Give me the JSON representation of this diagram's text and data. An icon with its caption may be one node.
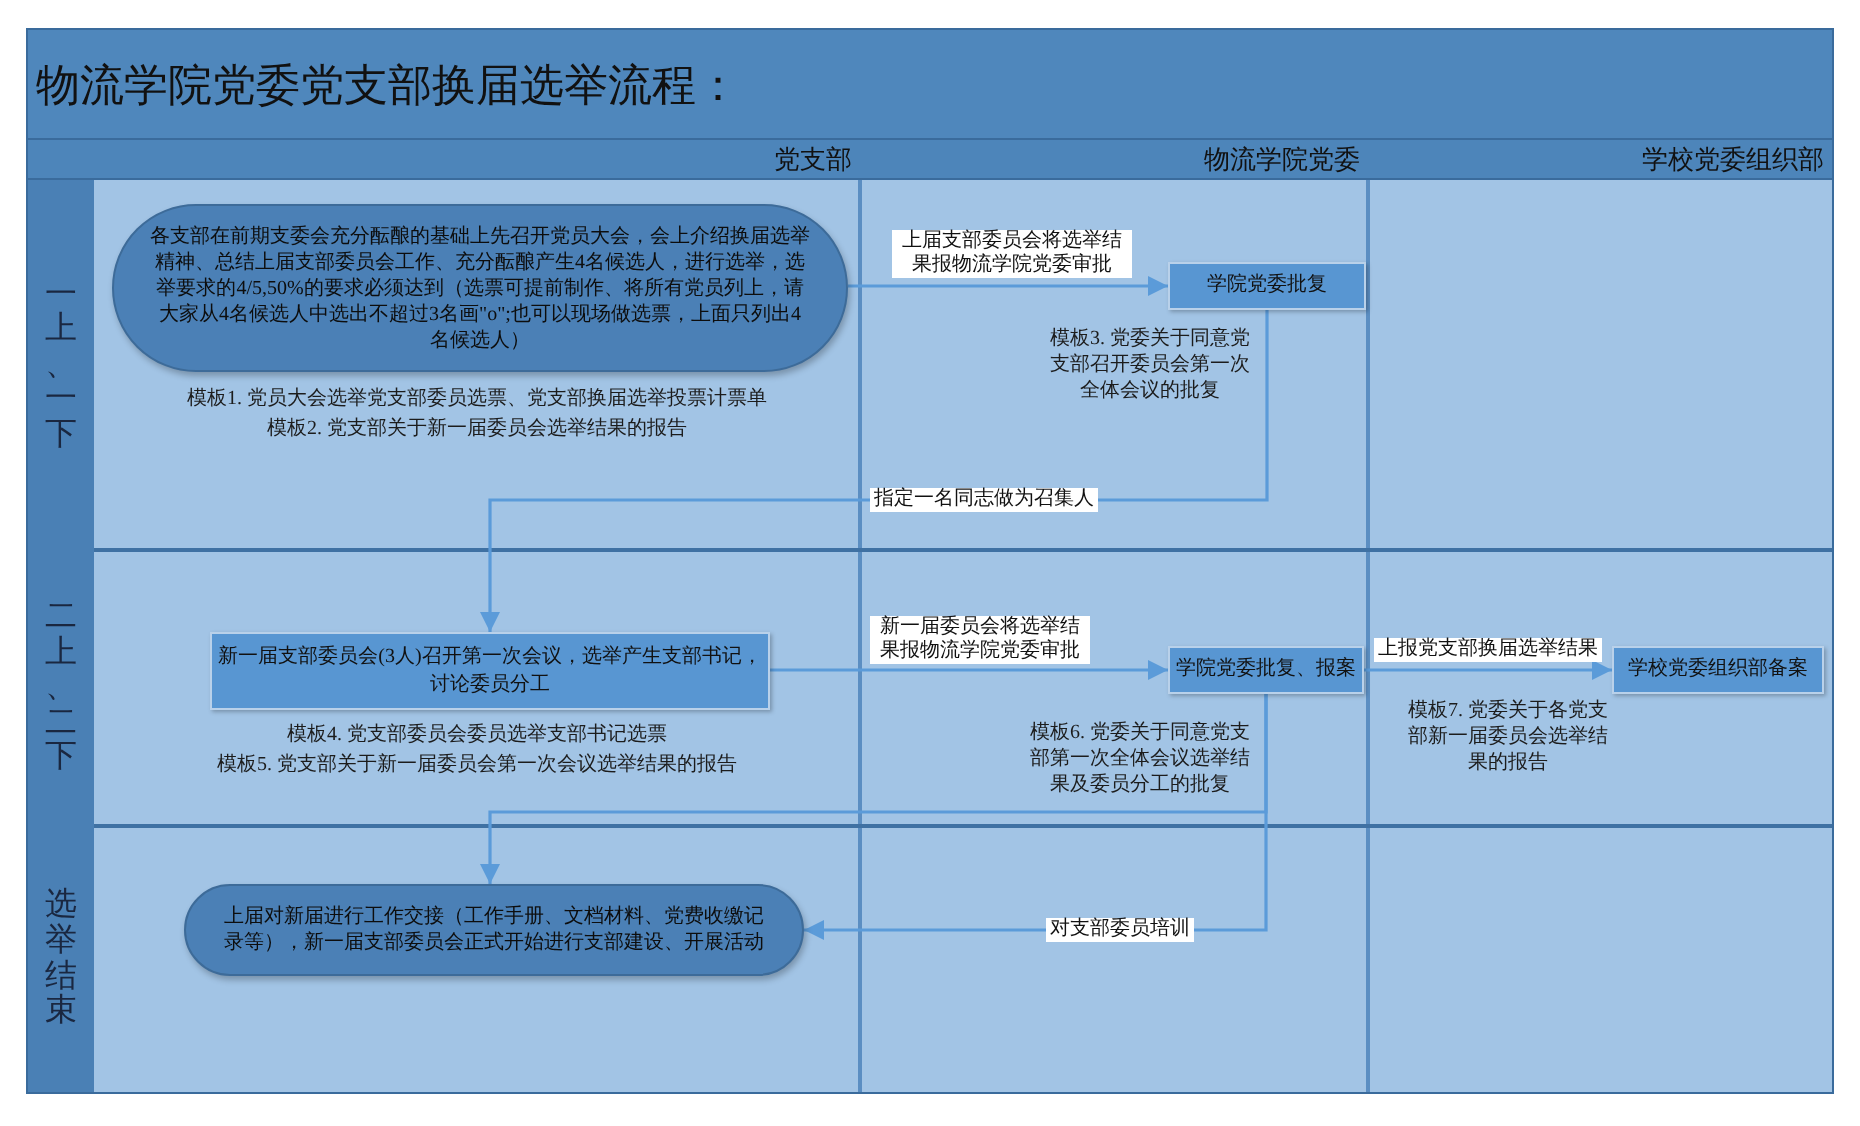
{
  "diagram": {
    "title": "物流学院党委党支部换届选举流程：",
    "nodes": [
      {
        "text": [
          "党支部"
        ]
      },
      {
        "text": [
          "物流学院党委"
        ]
      },
      {
        "text": [
          "学校党委组织部"
        ]
      },
      {
        "text": [
          "一上、一下"
        ]
      },
      {
        "text": [
          "二上、二下"
        ]
      },
      {
        "text": [
          "选举结束"
        ]
      },
      {
        "text": [
          "各支部在前期支委会充分酝酿的基础上先召开党员大会，会上介绍换届选举精神、总结上届支部委员会工作、充分酝酿产生4名候选人，进行选举，选举要求的4/5,50%的要求必须达到（选票可提前制作、将所有党员列上，请大家从4名候选人中选出不超过3名画\"o\";也可以现场做选票，上面只列出4名候选人）"
        ],
        "beside": [
          "模板1. 党员大会选举党支部委员选票、党支部换届选举投票计票单",
          "模板2. 党支部关于新一届委员会选举结果的报告"
        ]
      },
      {
        "text": [
          "学院党委批复"
        ],
        "beside": [
          "模板3. 党委关于同意党支部召开委员会第一次全体会议的批复"
        ]
      },
      {
        "text": [
          "新一届支部委员会(3人)召开第一次会议，选举产生支部书记，讨论委员分工"
        ],
        "beside": [
          "模板4. 党支部委员会委员选举支部书记选票",
          "模板5. 党支部关于新一届委员会第一次会议选举结果的报告"
        ]
      },
      {
        "text": [
          "学院党委批复、报案"
        ],
        "beside": [
          "模板6. 党委关于同意党支部第一次全体会议选举结果及委员分工的批复"
        ]
      },
      {
        "text": [
          "学校党委组织部备案"
        ],
        "beside": [
          "模板7. 党委关于各党支部新一届委员会选举结果的报告"
        ]
      },
      {
        "text": [
          "上届对新届进行工作交接（工作手册、文档材料、党费收缴记录等），新一届支部委员会正式开始进行支部建设、开展活动"
        ]
      }
    ],
    "edges": [
      {
        "from": 6,
        "to": 7,
        "arrow": "to",
        "label": "上届支部委员会将选举结果报物流学院党委审批"
      },
      {
        "from": 7,
        "to": 8,
        "arrow": "to",
        "label": "指定一名同志做为召集人"
      },
      {
        "from": 8,
        "to": 9,
        "arrow": "to",
        "label": "新一届委员会将选举结果报物流学院党委审批"
      },
      {
        "from": 9,
        "to": 10,
        "arrow": "to",
        "label": "上报党支部换届选举结果"
      },
      {
        "from": 9,
        "to": 11,
        "arrow": "to"
      },
      {
        "from": 9,
        "to": 11,
        "arrow": "to",
        "label": "对支部委员培训"
      }
    ]
  }
}
